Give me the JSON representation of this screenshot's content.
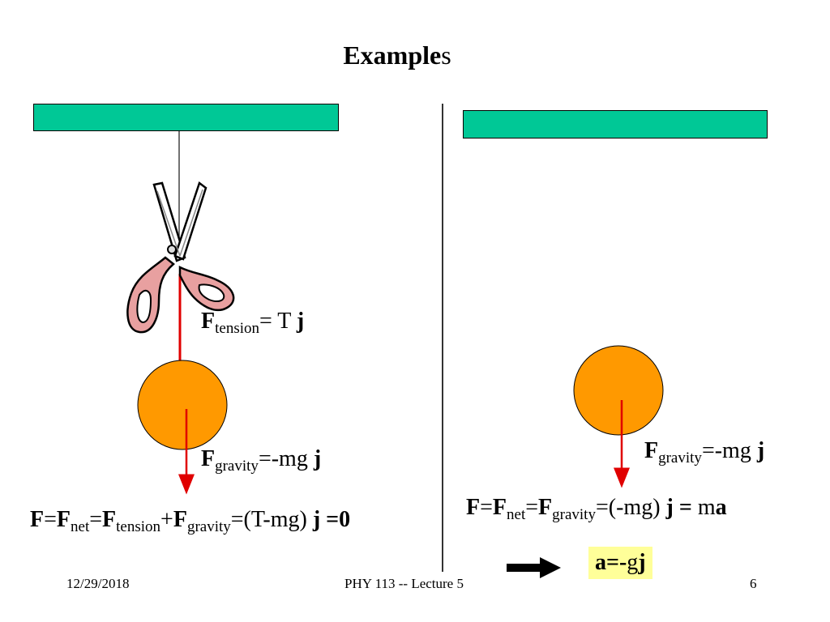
{
  "slide": {
    "title_bold": "Example",
    "title_rest": "s"
  },
  "left": {
    "tension_symbol": "F",
    "tension_sub": "tension",
    "tension_rest": "= T ",
    "tension_j": "j",
    "gravity_symbol": "F",
    "gravity_sub": "gravity",
    "gravity_rest": "=-mg ",
    "gravity_j": "j",
    "sum": {
      "f": "F",
      "eq1": "=",
      "fnet": "F",
      "net_sub": "net",
      "eq2": "=",
      "ft": "F",
      "t_sub": "tension",
      "plus": "+",
      "fg": "F",
      "g_sub": "gravity",
      "rest": "=(T-mg) ",
      "tail": "j =0"
    }
  },
  "right": {
    "gravity_symbol": "F",
    "gravity_sub": "gravity",
    "gravity_rest": "=-mg ",
    "gravity_j": "j",
    "sum": {
      "f": "F",
      "eq1": "=",
      "fnet": "F",
      "net_sub": "net",
      "eq2": "=",
      "fg": "F",
      "g_sub": "gravity",
      "rest": "=(-mg) ",
      "j": "j",
      "eqb": " = ",
      "m": "m",
      "a": "a"
    },
    "answer_a": "a=-",
    "answer_g": "g",
    "answer_j": "j"
  },
  "footer": {
    "date": "12/29/2018",
    "course": "PHY 113 -- Lecture 5",
    "page": "6"
  },
  "colors": {
    "ceiling": "#00c896",
    "ball": "#ff9900",
    "arrow": "#e00000",
    "answer_bg": "#ffff99"
  }
}
